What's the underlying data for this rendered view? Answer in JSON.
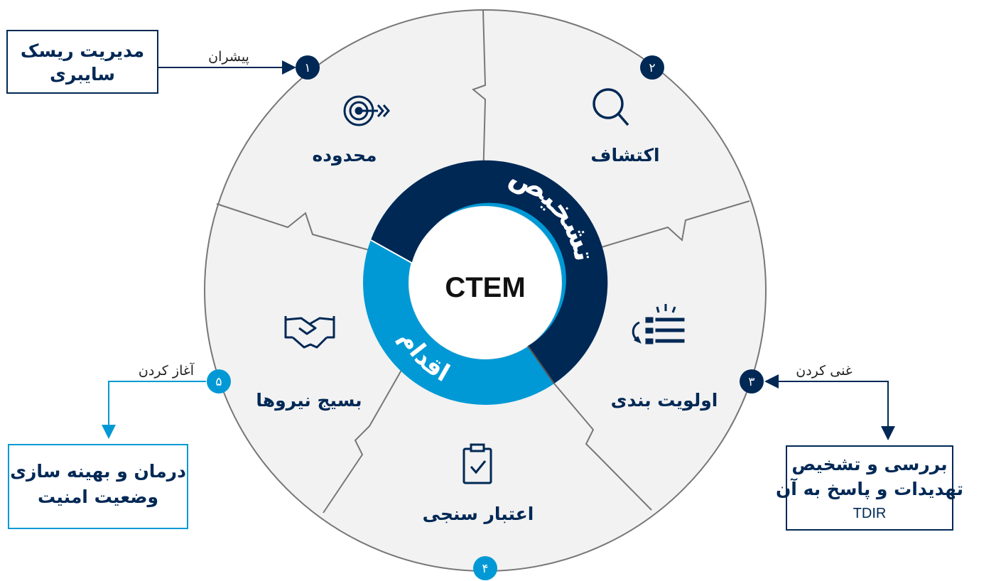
{
  "center": {
    "title": "CTEM"
  },
  "ring": {
    "diagnose": "تشخیص",
    "action": "اقدام"
  },
  "segments": [
    {
      "label": "محدوده",
      "icon": "target-icon",
      "number": "۱"
    },
    {
      "label": "اکتشاف",
      "icon": "magnifier-icon",
      "number": "۲"
    },
    {
      "label": "اولویت بندی",
      "icon": "prioritize-list-icon",
      "number": "۳"
    },
    {
      "label": "اعتبار سنجی",
      "icon": "clipboard-check-icon",
      "number": "۴"
    },
    {
      "label": "بسیج نیروها",
      "icon": "handshake-icon",
      "number": "۵"
    }
  ],
  "callouts": {
    "risk": {
      "arrow_label": "پیشران",
      "line1": "مدیریت ریسک",
      "line2": "سایبری"
    },
    "tdir": {
      "arrow_label": "غنی کردن",
      "line1": "بررسی و تشخیص",
      "line2": "تهدیدات و پاسخ به آن",
      "abbr": "TDIR"
    },
    "remediation": {
      "arrow_label": "آغاز کردن",
      "line1": "درمان و بهینه سازی",
      "line2": "وضعیت امنیت"
    }
  },
  "colors": {
    "navy": "#002855",
    "light_blue": "#0099d5",
    "ring_gray": "#777777",
    "wheel_fill": "#f2f2f2"
  }
}
